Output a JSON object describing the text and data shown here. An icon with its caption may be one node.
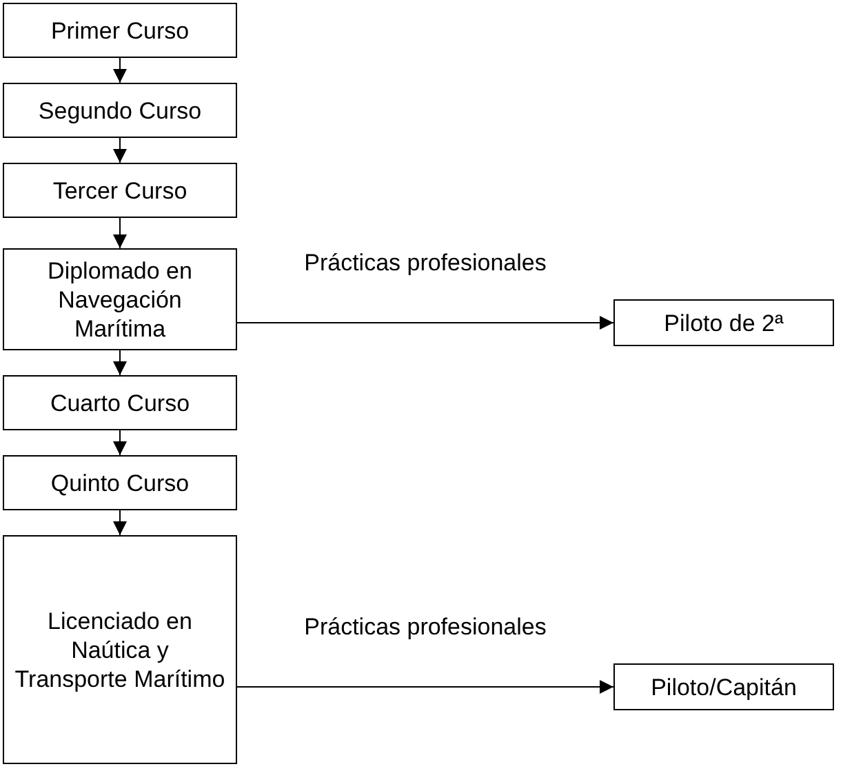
{
  "diagram": {
    "nodes": [
      {
        "text": [
          "Primer Curso"
        ]
      },
      {
        "text": [
          "Segundo Curso"
        ]
      },
      {
        "text": [
          "Tercer Curso"
        ]
      },
      {
        "text": [
          "Diplomado en Navegación Marítima"
        ]
      },
      {
        "text": [
          "Cuarto Curso"
        ]
      },
      {
        "text": [
          "Quinto Curso"
        ]
      },
      {
        "text": [
          "Licenciado en Naútica y Transporte Marítimo"
        ]
      },
      {
        "text": [
          "Piloto de 2ª"
        ]
      },
      {
        "text": [
          "Piloto/Capitán"
        ]
      }
    ],
    "edges": [
      {
        "from": 0,
        "to": 1,
        "arrow": "to"
      },
      {
        "from": 1,
        "to": 2,
        "arrow": "to"
      },
      {
        "from": 2,
        "to": 3,
        "arrow": "to"
      },
      {
        "from": 3,
        "to": 4,
        "arrow": "to"
      },
      {
        "from": 4,
        "to": 5,
        "arrow": "to"
      },
      {
        "from": 5,
        "to": 6,
        "arrow": "to"
      },
      {
        "from": 3,
        "to": 7,
        "arrow": "to",
        "label": "Prácticas profesionales"
      },
      {
        "from": 6,
        "to": 8,
        "arrow": "to",
        "label": "Prácticas profesionales"
      }
    ]
  }
}
